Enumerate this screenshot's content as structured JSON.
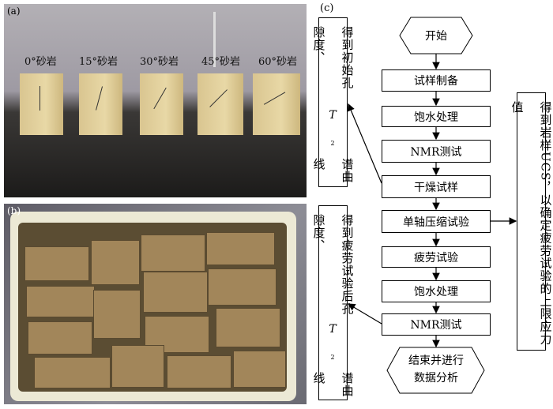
{
  "panel_a": {
    "label": "(a)",
    "samples": [
      "0°砂岩",
      "15°砂岩",
      "30°砂岩",
      "45°砂岩",
      "60°砂岩"
    ]
  },
  "panel_b": {
    "label": "(b)"
  },
  "panel_c": {
    "label": "(c)",
    "start": "开始",
    "steps": [
      "试样制备",
      "饱水处理",
      "NMR测试",
      "干燥试样",
      "单轴压缩试验",
      "疲劳试验",
      "饱水处理",
      "NMR测试"
    ],
    "end_line1": "结束并进行",
    "end_line2": "数据分析",
    "note_left_top": {
      "text": "得到初始孔隙度、",
      "t": "T",
      "sub": "2",
      "tail": "谱曲线"
    },
    "note_left_bottom": {
      "text": "得到疲劳试验后孔隙度、",
      "t": "T",
      "sub": "2",
      "tail": "谱曲线"
    },
    "note_right": "得到岩样UCS，以确定疲劳试验的上限应力值"
  }
}
